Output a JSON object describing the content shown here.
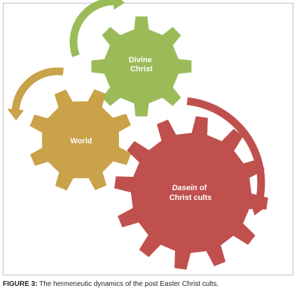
{
  "diagram": {
    "gears": [
      {
        "id": "divine-christ",
        "color": "#9BBB59",
        "label_lines": [
          {
            "parts": [
              {
                "text": "Divine",
                "italic": false
              }
            ]
          },
          {
            "parts": [
              {
                "text": "Christ",
                "italic": false
              }
            ]
          }
        ]
      },
      {
        "id": "world",
        "color": "#C9A249",
        "label_lines": [
          {
            "parts": [
              {
                "text": "World",
                "italic": false
              }
            ]
          }
        ]
      },
      {
        "id": "dasein",
        "color": "#C0504D",
        "label_lines": [
          {
            "parts": [
              {
                "text": "Dasein",
                "italic": true
              },
              {
                "text": " of",
                "italic": false
              }
            ]
          },
          {
            "parts": [
              {
                "text": "Christ cults",
                "italic": false
              }
            ]
          }
        ]
      }
    ],
    "arrows": [
      {
        "id": "green-arrow",
        "color": "#9BBB59"
      },
      {
        "id": "gold-arrow",
        "color": "#C9A249"
      },
      {
        "id": "red-arrow",
        "color": "#C0504D"
      }
    ]
  },
  "caption": {
    "label": "FIGURE 3:",
    "text": " The hermeneutic dynamics of the post Easter Christ cults."
  }
}
